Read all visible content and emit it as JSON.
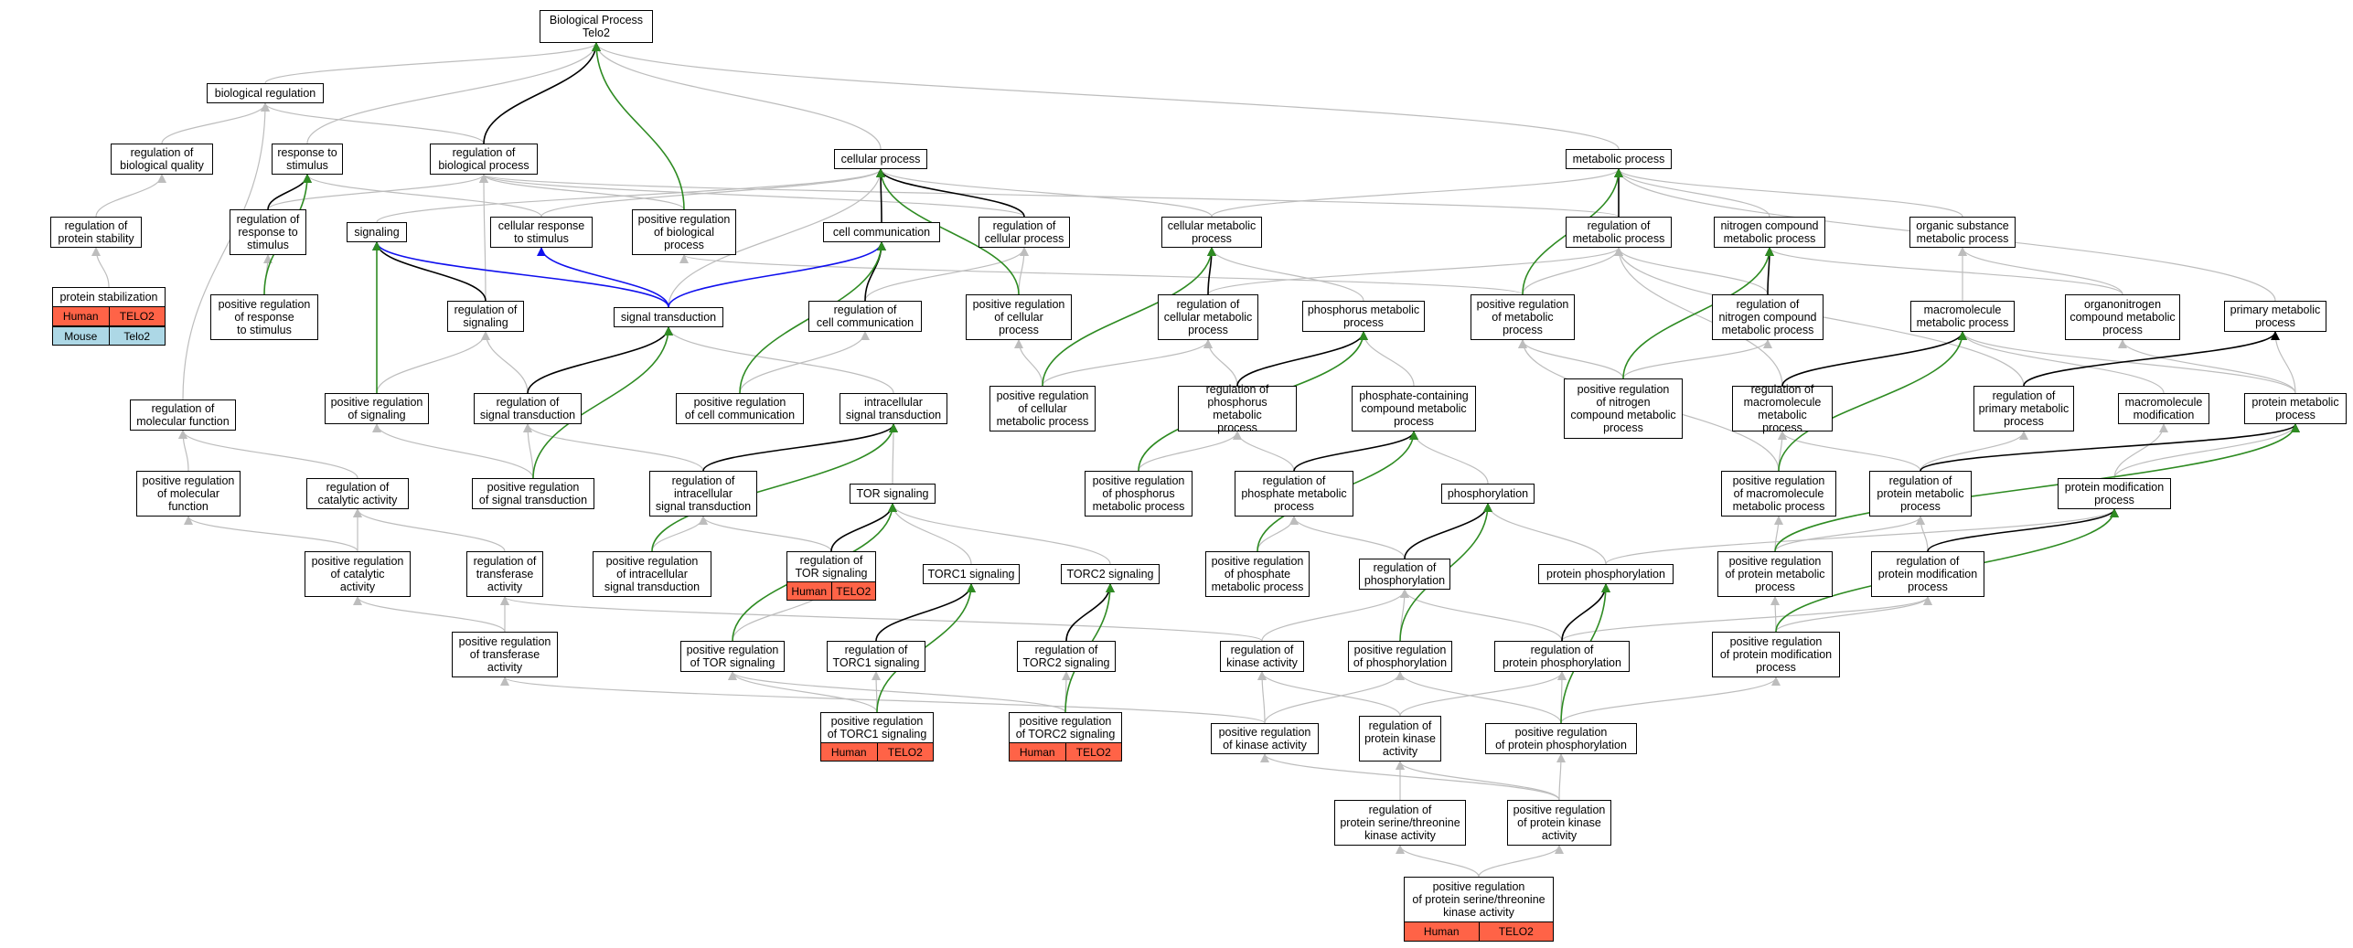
{
  "colors": {
    "gray": "#bdbdbd",
    "black": "#000000",
    "green": "#2e8b22",
    "blue": "#1010ee",
    "human": "#ff6347",
    "mouse": "#add8e6"
  },
  "nodes": {
    "bp": "Biological Process\nTelo2",
    "bioreg": "biological regulation",
    "regbioqual": "regulation of\nbiological quality",
    "regprotstab": "regulation of\nprotein stability",
    "protstab": "protein stabilization",
    "resp": "response to\nstimulus",
    "regbp": "regulation of\nbiological process",
    "regresp": "regulation of\nresponse to\nstimulus",
    "posregresp": "positive regulation\nof response\nto stimulus",
    "signaling": "signaling",
    "cellresp": "cellular response\nto stimulus",
    "posregbp": "positive regulation\nof biological\nprocess",
    "regsig": "regulation of\nsignaling",
    "sigtrans": "signal transduction",
    "posregsig": "positive regulation\nof signaling",
    "regsigtrans": "regulation of\nsignal transduction",
    "regmolfn": "regulation of\nmolecular function",
    "posregmolfn": "positive regulation\nof molecular\nfunction",
    "regcatact": "regulation of\ncatalytic activity",
    "posregcatact": "positive regulation\nof catalytic\nactivity",
    "regtransf": "regulation of\ntransferase\nactivity",
    "posregtransf": "positive regulation\nof transferase\nactivity",
    "posregsigtrans": "positive regulation\nof signal transduction",
    "cellproc": "cellular process",
    "cellcomm": "cell communication",
    "regcellproc": "regulation of\ncellular process",
    "regcellcomm": "regulation of\ncell communication",
    "posregcellcomm": "positive regulation\nof cell communication",
    "intrasig": "intracellular\nsignal transduction",
    "regintrasig": "regulation of\nintracellular\nsignal transduction",
    "posregintrasig": "positive regulation\nof intracellular\nsignal transduction",
    "torsig": "TOR signaling",
    "regtorsig": "regulation of\nTOR signaling",
    "torc1": "TORC1 signaling",
    "torc2": "TORC2 signaling",
    "posregtor": "positive regulation\nof TOR signaling",
    "regtorc1": "regulation of\nTORC1 signaling",
    "regtorc2": "regulation of\nTORC2 signaling",
    "posregtorc1": "positive regulation\nof TORC1 signaling",
    "posregtorc2": "positive regulation\nof TORC2 signaling",
    "posregcellproc": "positive regulation\nof cellular\nprocess",
    "cellmet": "cellular metabolic\nprocess",
    "regcellmet": "regulation of\ncellular metabolic\nprocess",
    "posregcellmet": "positive regulation\nof cellular\nmetabolic process",
    "phosmet": "phosphorus metabolic\nprocess",
    "regphosmet": "regulation of\nphosphorus metabolic\nprocess",
    "posregphosmet": "positive regulation\nof phosphorus\nmetabolic process",
    "phoscomp": "phosphate-containing\ncompound metabolic\nprocess",
    "regphosphatemet": "regulation of\nphosphate metabolic\nprocess",
    "posregphosphatemet": "positive regulation\nof phosphate\nmetabolic process",
    "phosphorylation": "phosphorylation",
    "regphosphorylation": "regulation of\nphosphorylation",
    "posregphosphorylation": "positive regulation\nof phosphorylation",
    "regkinact": "regulation of\nkinase activity",
    "posregkinact": "positive regulation\nof kinase activity",
    "regprotkin": "regulation of\nprotein kinase\nactivity",
    "posregprotkin": "positive regulation\nof protein kinase\nactivity",
    "regserthr": "regulation of\nprotein serine/threonine\nkinase activity",
    "posregserthr": "positive regulation\nof protein serine/threonine\nkinase activity",
    "protphos": "protein phosphorylation",
    "regprotphos": "regulation of\nprotein phosphorylation",
    "posregprotphos": "positive regulation\nof protein phosphorylation",
    "metproc": "metabolic process",
    "regmet": "regulation of\nmetabolic process",
    "posregmet": "positive regulation\nof metabolic\nprocess",
    "nitro": "nitrogen compound\nmetabolic process",
    "regnitro": "regulation of\nnitrogen compound\nmetabolic process",
    "posregnitro": "positive regulation\nof nitrogen\ncompound metabolic\nprocess",
    "orgsub": "organic substance\nmetabolic process",
    "organonitro": "organonitrogen\ncompound metabolic\nprocess",
    "macromet": "macromolecule\nmetabolic process",
    "regmacro": "regulation of\nmacromolecule\nmetabolic process",
    "posregmacro": "positive regulation\nof macromolecule\nmetabolic process",
    "primmet": "primary metabolic\nprocess",
    "regprimmet": "regulation of\nprimary metabolic\nprocess",
    "macromod": "macromolecule\nmodification",
    "protmet": "protein metabolic\nprocess",
    "regprotmet": "regulation of\nprotein metabolic\nprocess",
    "posregprotmet": "positive regulation\nof protein metabolic\nprocess",
    "protmod": "protein modification\nprocess",
    "regprotmod": "regulation of\nprotein modification\nprocess",
    "posregprotmod": "positive regulation\nof protein modification\nprocess"
  },
  "tags": {
    "protstab_h": [
      "Human",
      "TELO2"
    ],
    "protstab_m": [
      "Mouse",
      "Telo2"
    ],
    "regtorsig": [
      "Human",
      "TELO2"
    ],
    "posregtorc1": [
      "Human",
      "TELO2"
    ],
    "posregtorc2": [
      "Human",
      "TELO2"
    ],
    "posregserthr": [
      "Human",
      "TELO2"
    ]
  }
}
